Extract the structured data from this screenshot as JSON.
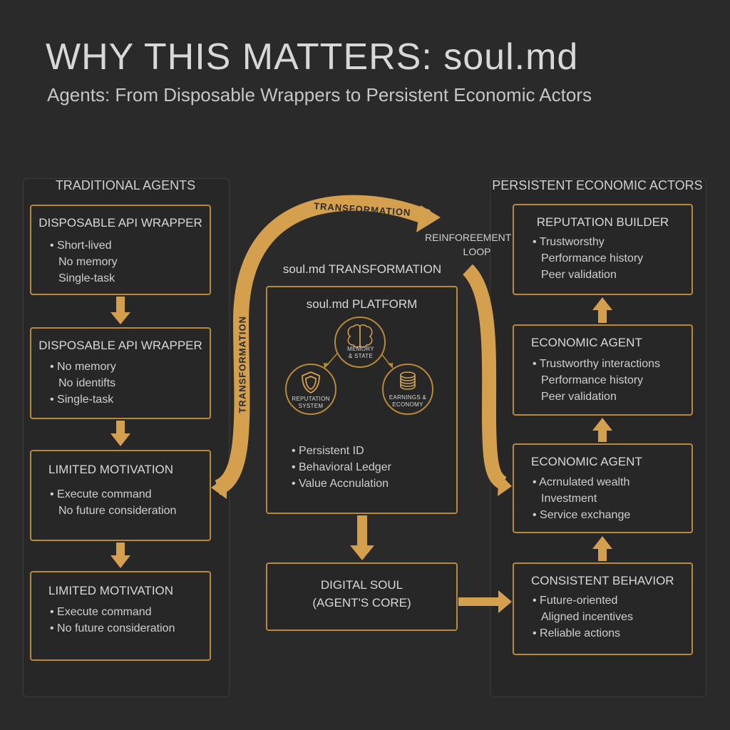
{
  "header": {
    "title": "WHY THIS MATTERS: soul.md",
    "subtitle": "Agents: From Disposable Wrappers to Persistent Economic Actors"
  },
  "left": {
    "title": "TRADITIONAL AGENTS",
    "boxes": [
      {
        "title": "DISPOSABLE API WRAPPER",
        "items": [
          "Short-lived",
          "No memory",
          "Single-task"
        ]
      },
      {
        "title": "DISPOSABLE API WRAPPER",
        "items": [
          "No memory",
          "No identifts",
          "Single-task"
        ]
      },
      {
        "title": "LIMITED MOTIVATION",
        "items": [
          "Execute command",
          "No future consideration"
        ]
      },
      {
        "title": "LIMITED MOTIVATION",
        "items": [
          "Execute command",
          "No future consideration"
        ]
      }
    ]
  },
  "center": {
    "transformation_title": "soul.md TRANSFORMATION",
    "platform": {
      "title": "soul.md PLATFORM",
      "nodes": {
        "memory": "MEMORY & STATE",
        "reputation": "REPUTATION SYSTEM",
        "earnings": "EARNINGS & ECONOMY"
      },
      "items": [
        "Persistent ID",
        "Behavioral Ledger",
        "Value Accnulation"
      ]
    },
    "soul": {
      "line1": "DIGITAL SOUL",
      "line2": "(AGENT'S CORE)"
    },
    "arc_label_top": "TRANSFORMATION",
    "arc_label_side": "TRANSFORMATION",
    "reinforcement": {
      "line1": "REINFOREEMENT",
      "line2": "LOOP"
    }
  },
  "right": {
    "title": "PERSISTENT ECONOMIC ACTORS",
    "boxes": [
      {
        "title": "REPUTATION BUILDER",
        "items": [
          "Trustworsthy",
          "Performance history",
          "Peer validation"
        ]
      },
      {
        "title": "ECONOMIC AGENT",
        "items": [
          "Trustworthy interactions",
          "Performance history",
          "Peer validation"
        ]
      },
      {
        "title": "ECONOMIC AGENT",
        "items": [
          "Acrnulated wealth",
          "Investment",
          "Service exchange"
        ]
      },
      {
        "title": "CONSISTENT BEHAVIOR",
        "items": [
          "Future-oriented",
          "Aligned incentives",
          "Reliable actions"
        ]
      }
    ]
  },
  "colors": {
    "accent": "#b8893a",
    "arrow": "#d4a04e",
    "background": "#2a2a2a",
    "text": "#d4d4d4"
  },
  "icons": [
    "brain-icon",
    "shield-icon",
    "coin-stack-icon"
  ]
}
